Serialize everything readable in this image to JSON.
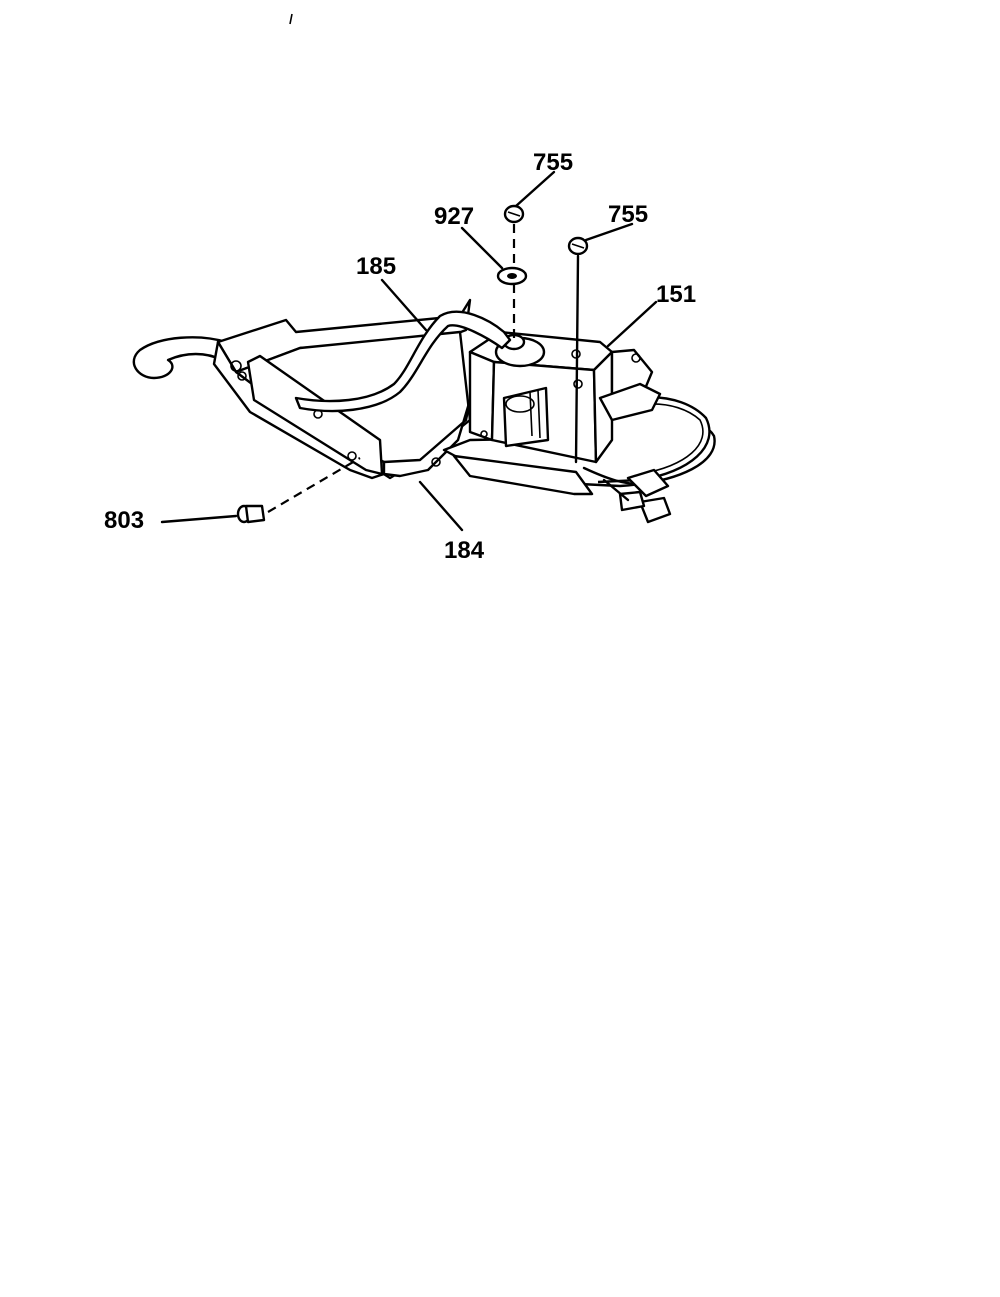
{
  "callouts": {
    "c755_top": "755",
    "c927": "927",
    "c755_right": "755",
    "c185": "185",
    "c151": "151",
    "c803": "803",
    "c184": "184"
  },
  "colors": {
    "line": "#000000",
    "background": "#ffffff"
  }
}
